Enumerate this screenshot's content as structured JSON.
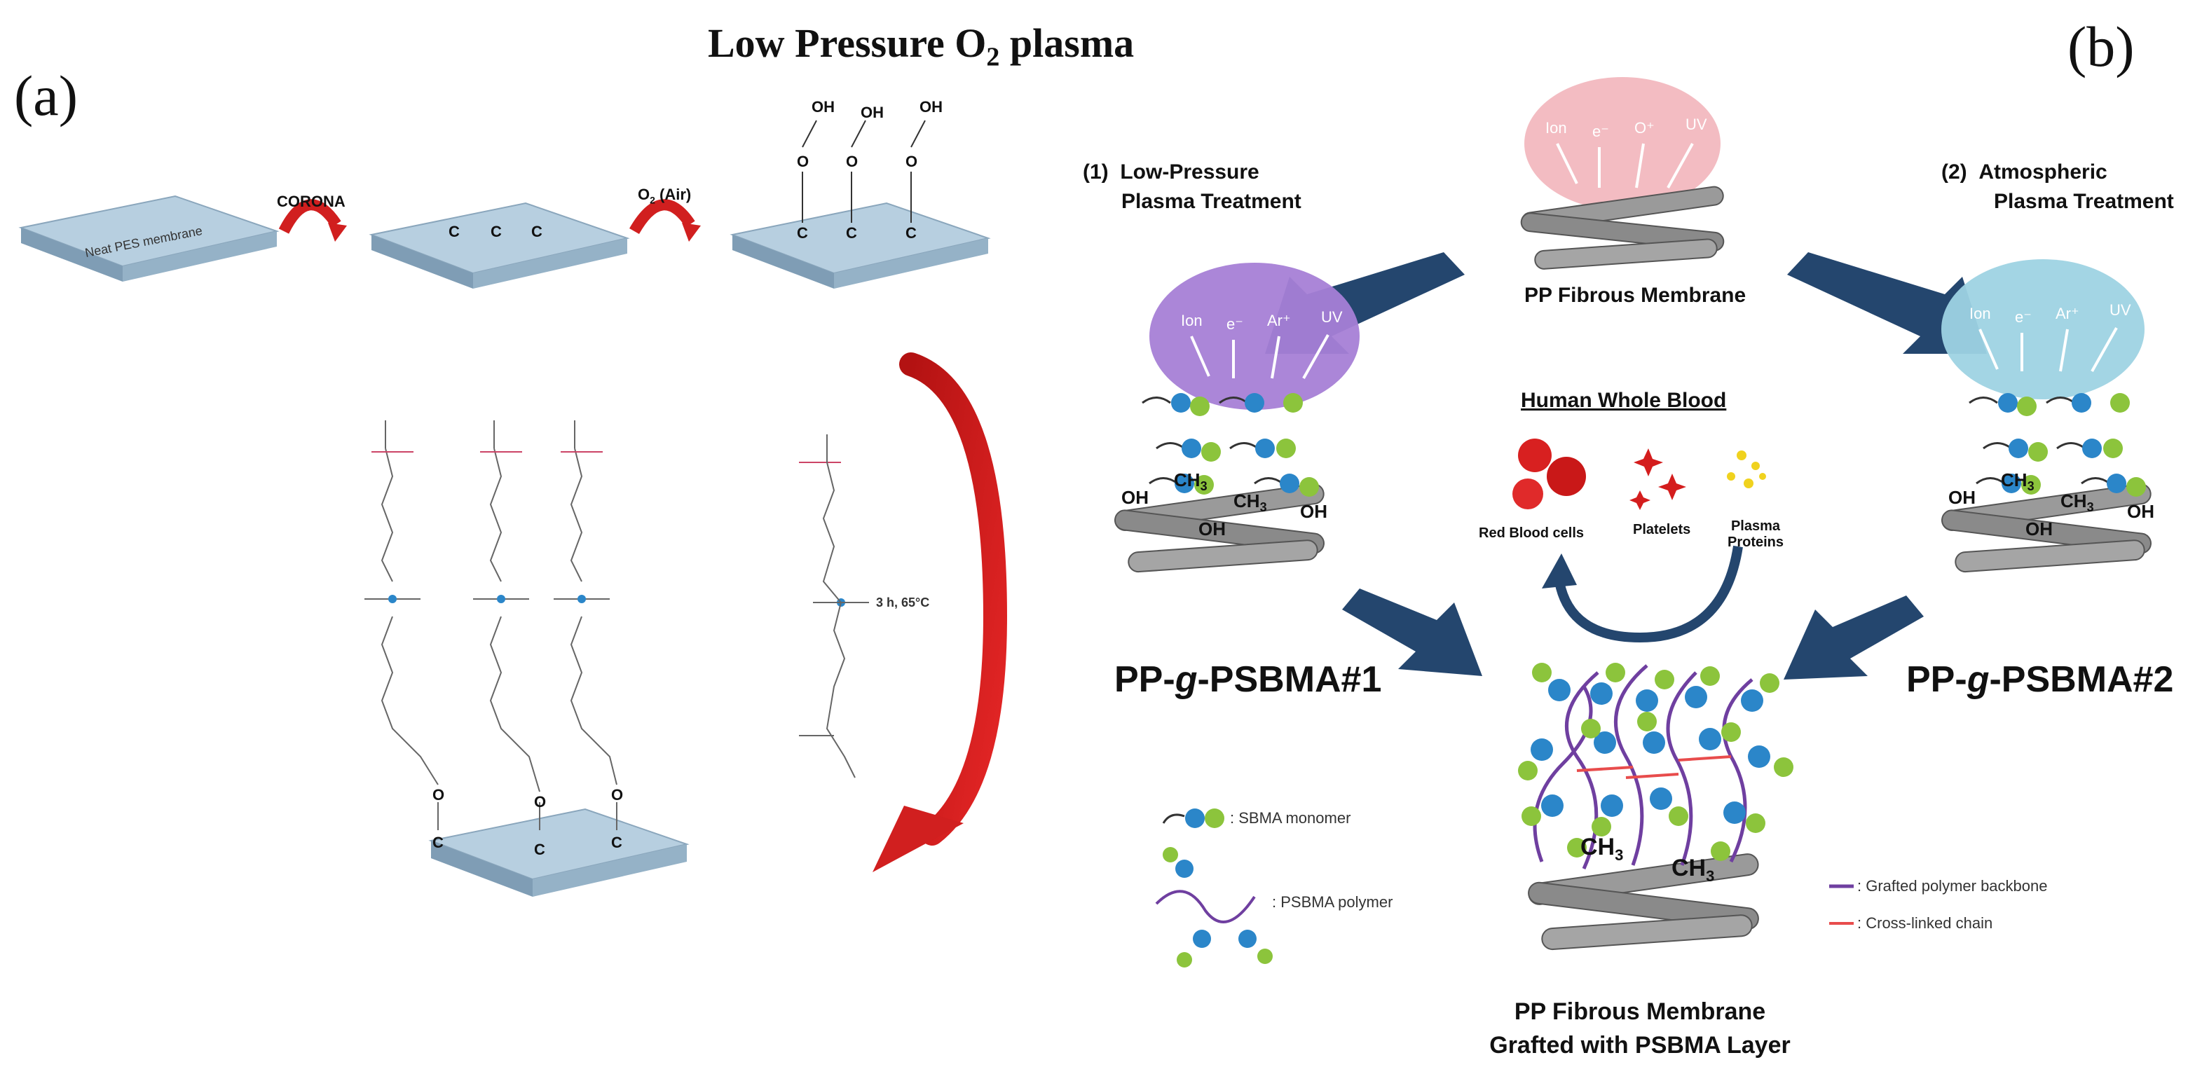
{
  "panel_a": {
    "letter": "(a)",
    "membrane_label": "Neat PES membrane",
    "step1": "CORONA",
    "step2": "O",
    "step2_sub": "2",
    "step2_tail": " (Air)",
    "radical": "C",
    "oh": "OH",
    "o": "O",
    "c": "C",
    "condition": "3 h, 65°C"
  },
  "panel_b": {
    "letter": "(b)",
    "title": "Low Pressure O",
    "title_sub": "2",
    "title_tail": " plasma",
    "top_membrane": "PP Fibrous Membrane",
    "left_step_num": "(1)",
    "left_step_line1": "Low-Pressure",
    "left_step_line2": "Plasma Treatment",
    "right_step_num": "(2)",
    "right_step_line1": "Atmospheric",
    "right_step_line2": "Plasma Treatment",
    "species_top": [
      "Ion",
      "e⁻",
      "O⁺",
      "UV"
    ],
    "species_left": [
      "Ion",
      "e⁻",
      "Ar⁺",
      "UV"
    ],
    "species_right": [
      "Ion",
      "e⁻",
      "Ar⁺",
      "UV"
    ],
    "blood_title": "Human Whole Blood",
    "blood_items": [
      "Red Blood cells",
      "Platelets",
      "Plasma Proteins"
    ],
    "left_product": "PP-g-PSBMA#1",
    "right_product": "PP-g-PSBMA#2",
    "product_g": "g",
    "oh": "OH",
    "ch3": "CH",
    "ch3_sub": "3",
    "legend_monomer": ": SBMA monomer",
    "legend_polymer": ": PSBMA polymer",
    "legend_backbone": ": Grafted polymer backbone",
    "legend_crosslink": ": Cross-linked chain",
    "bottom_line1": "PP Fibrous Membrane",
    "bottom_line2": "Grafted with PSBMA Layer"
  },
  "colors": {
    "slab_top": "#b7cfe0",
    "slab_side": "#7f9db5",
    "red_arrow": "#d11f1f",
    "navy_arrow": "#24466e",
    "purple_plasma": "#a77fd6",
    "pink_plasma": "#f2b5bb",
    "cyan_plasma": "#9ed3e3",
    "fiber": "#9a9a9a",
    "plus_blue": "#2b86c9",
    "minus_green": "#8cc43c",
    "backbone": "#6f3fa0",
    "crosslink": "#e84c4c"
  }
}
